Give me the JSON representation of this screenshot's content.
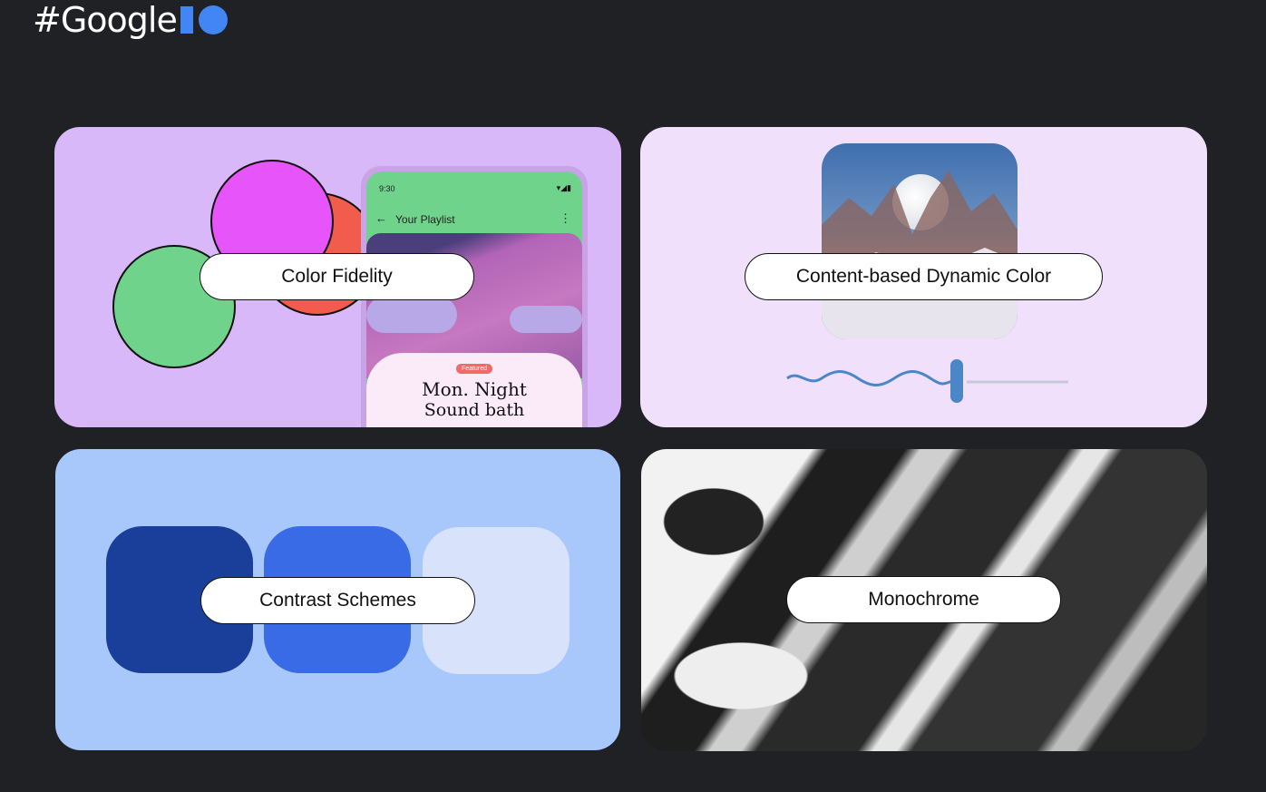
{
  "logo": {
    "text": "#Google"
  },
  "cards": [
    {
      "label": "Color Fidelity",
      "phone": {
        "time": "9:30",
        "title": "Your Playlist",
        "badge": "Featured",
        "headline_1": "Mon. Night",
        "headline_2": "Sound bath"
      }
    },
    {
      "label": "Content-based Dynamic Color"
    },
    {
      "label": "Contrast Schemes"
    },
    {
      "label": "Monochrome"
    }
  ],
  "colors": {
    "bg": "#202124",
    "fidelity": "#d9b8fa",
    "dynamic": "#f0e0fc",
    "contrast": "#a8c7fa",
    "accent": "#4285f4"
  }
}
